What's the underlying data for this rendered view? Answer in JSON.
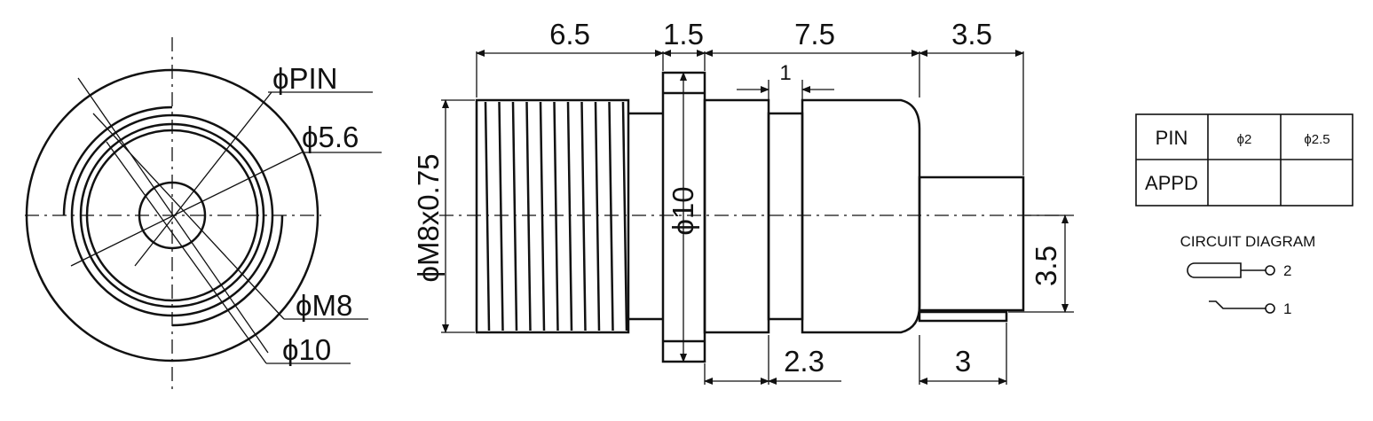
{
  "front_view": {
    "labels": {
      "pin": "ϕPIN",
      "d56": "ϕ5.6",
      "m8": "ϕM8",
      "d10": "ϕ10"
    }
  },
  "side_view": {
    "dims": {
      "top_1": "6.5",
      "top_2": "1.5",
      "top_3": "7.5",
      "top_4": "3.5",
      "groove": "1",
      "thread": "ϕM8x0.75",
      "flange": "ϕ10",
      "pin_offset": "3.5",
      "bottom_1": "2.3",
      "bottom_2": "3"
    }
  },
  "table": {
    "row1": [
      "PIN",
      "ϕ2",
      "ϕ2.5"
    ],
    "row2": [
      "APPD",
      "",
      ""
    ]
  },
  "circuit": {
    "title": "CIRCUIT DIAGRAM",
    "terminal_2": "2",
    "terminal_1": "1"
  }
}
